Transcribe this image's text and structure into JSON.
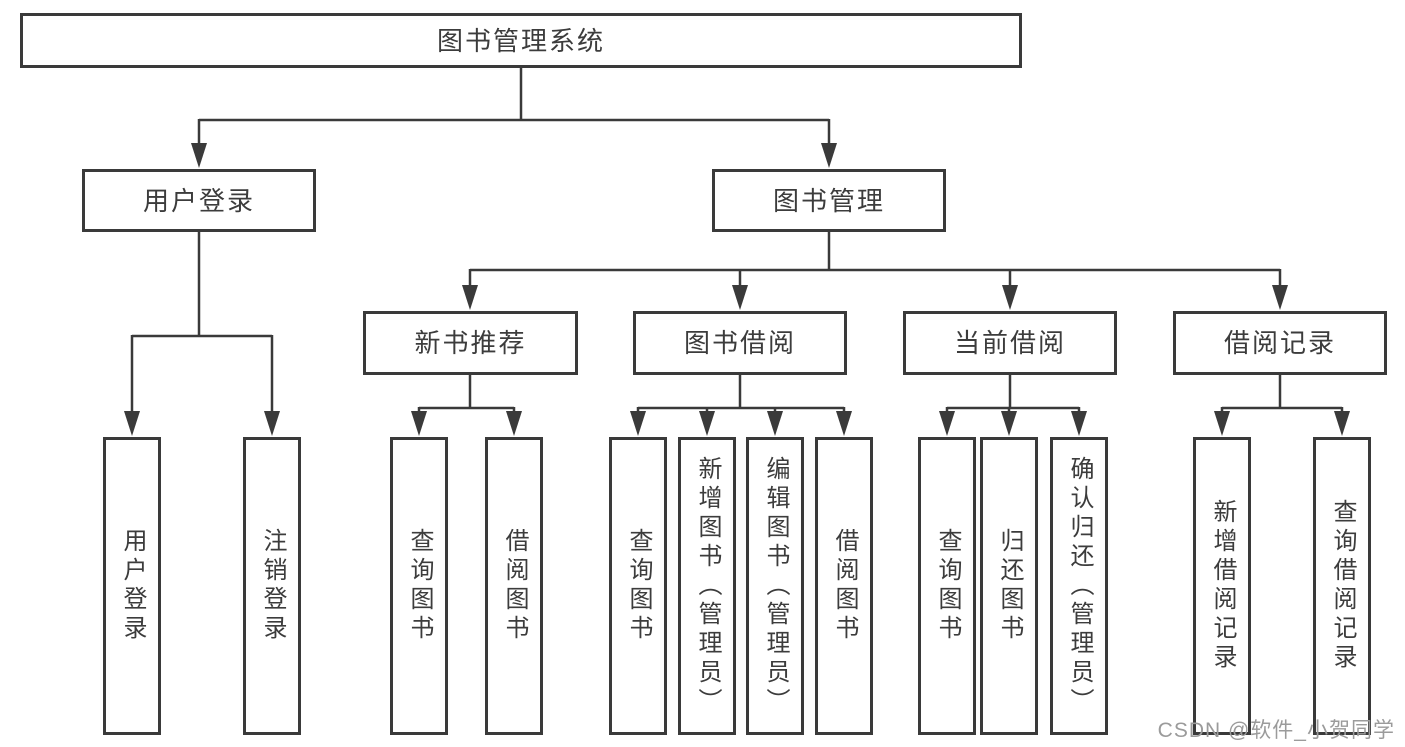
{
  "diagram": {
    "root": {
      "label": "图书管理系统",
      "children": [
        {
          "label": "用户登录",
          "children": [
            {
              "label": "用户登录"
            },
            {
              "label": "注销登录"
            }
          ]
        },
        {
          "label": "图书管理",
          "children": [
            {
              "label": "新书推荐",
              "children": [
                {
                  "label": "查询图书"
                },
                {
                  "label": "借阅图书"
                }
              ]
            },
            {
              "label": "图书借阅",
              "children": [
                {
                  "label": "查询图书"
                },
                {
                  "label": "新增图书（管理员）"
                },
                {
                  "label": "编辑图书（管理员）"
                },
                {
                  "label": "借阅图书"
                }
              ]
            },
            {
              "label": "当前借阅",
              "children": [
                {
                  "label": "查询图书"
                },
                {
                  "label": "归还图书"
                },
                {
                  "label": "确认归还（管理员）"
                }
              ]
            },
            {
              "label": "借阅记录",
              "children": [
                {
                  "label": "新增借阅记录"
                },
                {
                  "label": "查询借阅记录"
                }
              ]
            }
          ]
        }
      ]
    },
    "colors": {
      "stroke": "#3a3a3a",
      "text": "#3c3c3c",
      "watermark": "#9b9b9b",
      "background": "#ffffff"
    },
    "watermark": {
      "text": "CSDN @软件_小贺同学"
    }
  }
}
